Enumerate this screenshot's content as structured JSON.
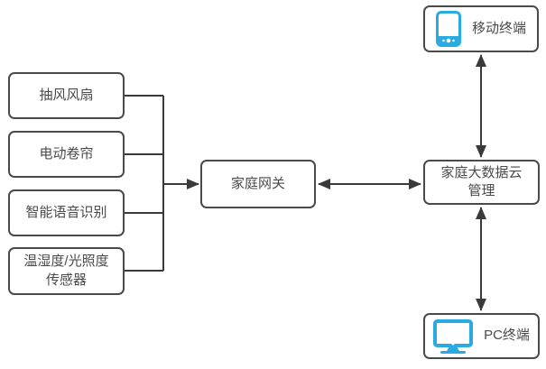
{
  "diagram_title": "",
  "colors": {
    "background": "#ffffff",
    "node_border": "#4a4a4a",
    "node_text": "#4a4a4a",
    "connector_line": "#3a3a3a",
    "icon_accent": "#29abe2"
  },
  "nodes": {
    "devices": [
      {
        "id": "exhaust-fan",
        "label": "抽风风扇"
      },
      {
        "id": "electric-curtain",
        "label": "电动卷帘"
      },
      {
        "id": "voice-recognition",
        "label": "智能语音识别"
      },
      {
        "id": "sensor",
        "label": "温湿度/光照度传感器"
      }
    ],
    "gateway": {
      "label": "家庭网关"
    },
    "cloud": {
      "label": "家庭大数据云管理"
    },
    "mobile": {
      "label": "移动终端",
      "icon": "smartphone-icon"
    },
    "pc": {
      "label": "PC终端",
      "icon": "monitor-icon"
    }
  },
  "connections": [
    {
      "from": "抽风风扇",
      "to": "家庭网关",
      "direction": "one-way"
    },
    {
      "from": "电动卷帘",
      "to": "家庭网关",
      "direction": "one-way"
    },
    {
      "from": "智能语音识别",
      "to": "家庭网关",
      "direction": "one-way"
    },
    {
      "from": "温湿度/光照度传感器",
      "to": "家庭网关",
      "direction": "one-way"
    },
    {
      "from": "家庭网关",
      "to": "家庭大数据云管理",
      "direction": "two-way"
    },
    {
      "from": "家庭大数据云管理",
      "to": "移动终端",
      "direction": "two-way"
    },
    {
      "from": "家庭大数据云管理",
      "to": "PC终端",
      "direction": "two-way"
    }
  ]
}
